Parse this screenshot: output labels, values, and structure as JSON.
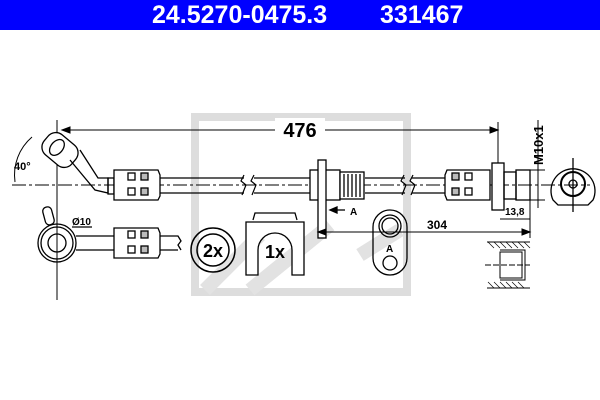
{
  "header": {
    "part_number": "24.5270-0475.3",
    "reference": "331467",
    "background": "#0000ff"
  },
  "dimensions": {
    "overall_length": "476",
    "angle": "40°",
    "banjo_diameter": "Ø10",
    "thread": "M10x1",
    "thread_length": "13,8",
    "bracket_distance": "304",
    "section_label": "A"
  },
  "accessories": {
    "bolts_qty": "2x",
    "clip_qty": "1x"
  },
  "watermark": "Ate"
}
